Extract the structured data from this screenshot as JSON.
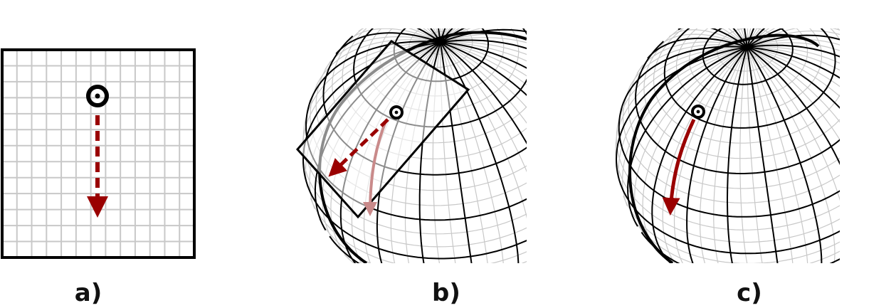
{
  "labels": {
    "a": "a)",
    "b": "b)",
    "c": "c)"
  },
  "colors": {
    "outline": "#000000",
    "fine_grid": "#c8c8c8",
    "path": "#9a0000",
    "path_faded": "#c98a8a",
    "background": "#ffffff"
  },
  "icons": {
    "point_marker": "target-ring-icon",
    "arrow": "arrow-down-icon"
  }
}
